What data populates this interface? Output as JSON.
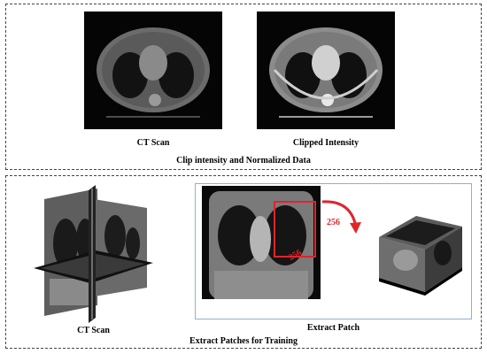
{
  "top_section": {
    "caption": "Clip intensity and Normalized Data",
    "image_left_label": "CT Scan",
    "image_right_label": "Clipped Intensity"
  },
  "bottom_section": {
    "caption": "Extract Patches for Training",
    "volume_label": "CT Scan",
    "patch_label": "Extract Patch",
    "patch_width": "256",
    "patch_height": "256"
  },
  "colors": {
    "highlight": "#e0242b",
    "patch_frame": "#8fb0d6",
    "dashed_border": "#444444"
  }
}
